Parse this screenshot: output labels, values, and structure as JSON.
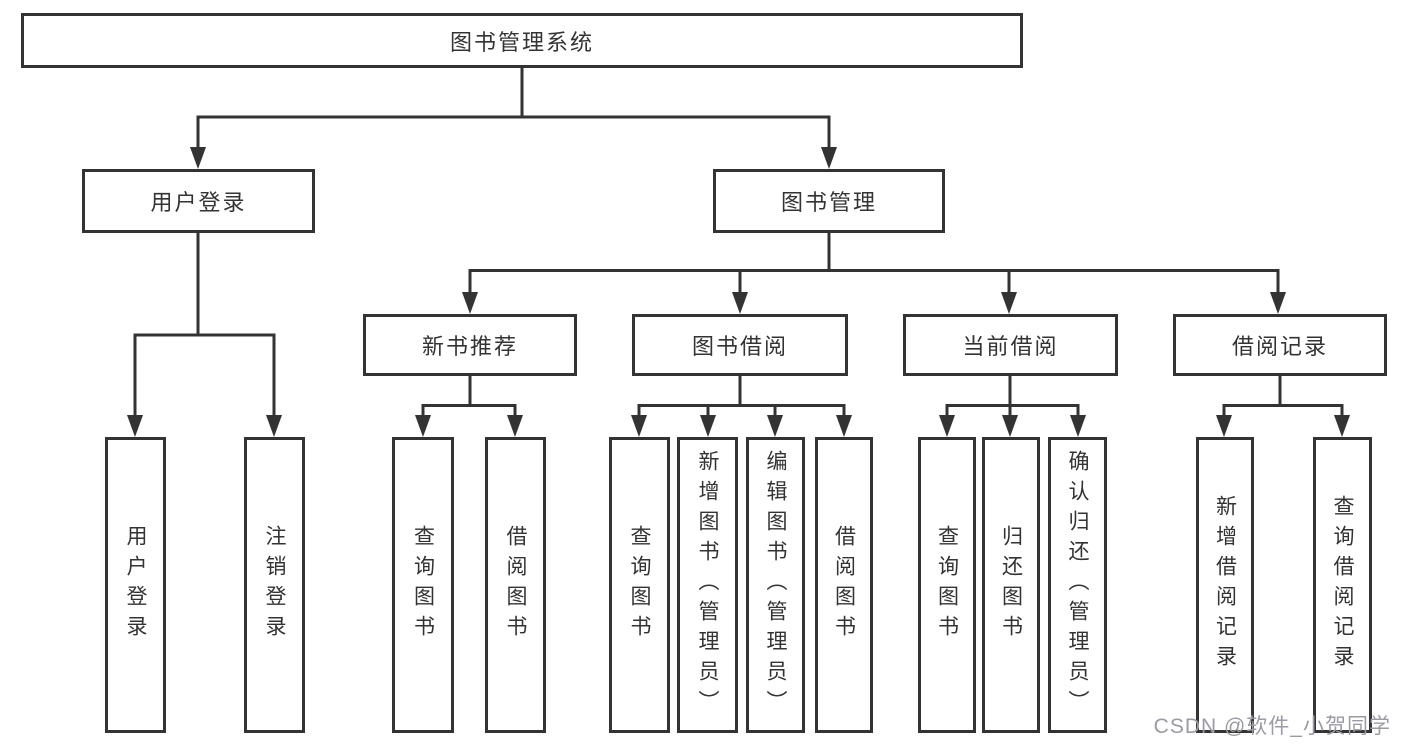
{
  "diagram": {
    "root": {
      "label": "图书管理系统"
    },
    "level2": [
      {
        "id": "user-login",
        "label": "用户登录"
      },
      {
        "id": "book-management",
        "label": "图书管理"
      }
    ],
    "level3": [
      {
        "id": "new-book-recommend",
        "label": "新书推荐"
      },
      {
        "id": "book-borrowing",
        "label": "图书借阅"
      },
      {
        "id": "current-borrowing",
        "label": "当前借阅"
      },
      {
        "id": "borrowing-records",
        "label": "借阅记录"
      }
    ],
    "leaves": [
      {
        "parent": "用户登录",
        "label": "用户登录"
      },
      {
        "parent": "用户登录",
        "label": "注销登录"
      },
      {
        "parent": "新书推荐",
        "label": "查询图书"
      },
      {
        "parent": "新书推荐",
        "label": "借阅图书"
      },
      {
        "parent": "图书借阅",
        "label": "查询图书"
      },
      {
        "parent": "图书借阅",
        "label": "新增图书（管理员）"
      },
      {
        "parent": "图书借阅",
        "label": "编辑图书（管理员）"
      },
      {
        "parent": "图书借阅",
        "label": "借阅图书"
      },
      {
        "parent": "当前借阅",
        "label": "查询图书"
      },
      {
        "parent": "当前借阅",
        "label": "归还图书"
      },
      {
        "parent": "当前借阅",
        "label": "确认归还（管理员）"
      },
      {
        "parent": "借阅记录",
        "label": "新增借阅记录"
      },
      {
        "parent": "借阅记录",
        "label": "查询借阅记录"
      }
    ],
    "colors": {
      "border": "#333333",
      "line": "#333333",
      "text": "#333333",
      "background": "#ffffff",
      "watermark": "#9b9ba3"
    }
  },
  "watermark": {
    "text": "CSDN @软件_小贺同学"
  }
}
